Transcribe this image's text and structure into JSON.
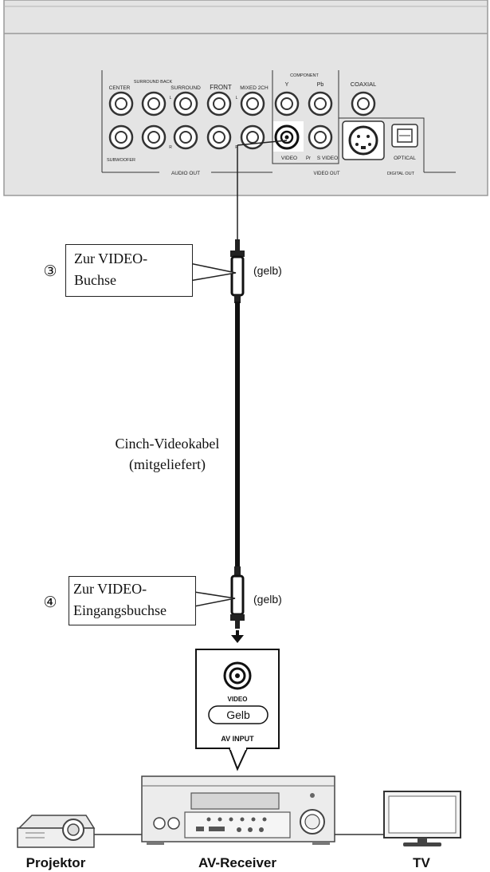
{
  "panel": {
    "labels": {
      "center": "CENTER",
      "surround_back": "SURROUND BACK",
      "surround": "SURROUND",
      "front": "FRONT",
      "mixed_2ch": "MIXED 2CH",
      "component": "COMPONENT",
      "y": "Y",
      "pb": "Pb",
      "pr": "Pr",
      "coaxial": "COAXIAL",
      "subwoofer": "SUBWOOFER",
      "video": "VIDEO",
      "s_video": "S VIDEO",
      "optical": "OPTICAL",
      "audio_out": "AUDIO OUT",
      "video_out": "VIDEO OUT",
      "digital_out": "DIGITAL OUT",
      "l": "L",
      "r": "R"
    }
  },
  "step3": {
    "number": "③",
    "line1": "Zur VIDEO-",
    "line2": "Buchse",
    "color_note": "(gelb)"
  },
  "cable": {
    "line1": "Cinch-Videokabel",
    "line2": "(mitgeliefert)"
  },
  "step4": {
    "number": "④",
    "line1": "Zur VIDEO-",
    "line2": "Eingangsbuchse",
    "color_note": "(gelb)"
  },
  "av_input": {
    "video": "VIDEO",
    "color": "Gelb",
    "title": "AV INPUT"
  },
  "devices": {
    "projector": "Projektor",
    "receiver": "AV-Receiver",
    "tv": "TV"
  }
}
